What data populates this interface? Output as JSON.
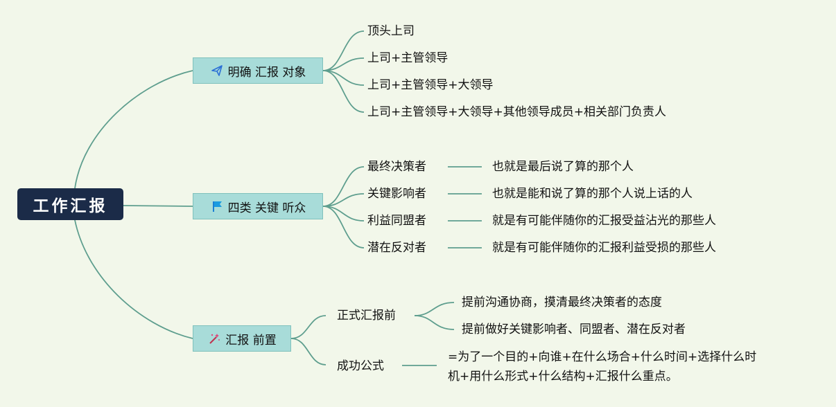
{
  "root": {
    "label": "工作汇报"
  },
  "branches": [
    {
      "label": "明确 汇报 对象",
      "icon": "paper-plane-icon",
      "items": [
        "顶头上司",
        "上司+主管领导",
        "上司+主管领导+大领导",
        "上司+主管领导+大领导+其他领导成员+相关部门负责人"
      ]
    },
    {
      "label": "四类 关键 听众",
      "icon": "flag-icon",
      "items": [
        {
          "label": "最终决策者",
          "note": "也就是最后说了算的那个人"
        },
        {
          "label": "关键影响者",
          "note": "也就是能和说了算的那个人说上话的人"
        },
        {
          "label": "利益同盟者",
          "note": "就是有可能伴随你的汇报受益沾光的那些人"
        },
        {
          "label": "潜在反对者",
          "note": "就是有可能伴随你的汇报利益受损的那些人"
        }
      ]
    },
    {
      "label": "汇报 前置",
      "icon": "magic-wand-icon",
      "items": [
        {
          "label": "正式汇报前",
          "children": [
            "提前沟通协商，摸清最终决策者的态度",
            "提前做好关键影响者、同盟者、潜在反对者"
          ]
        },
        {
          "label": "成功公式",
          "lines": [
            "=为了一个目的+向谁+在什么场合+什么时间+选择什么时",
            "机+用什么形式+什么结构+汇报什么重点。"
          ]
        }
      ]
    }
  ],
  "colors": {
    "background": "#f2f7ea",
    "root_fill": "#1b2b48",
    "branch_fill": "#a8dcd9",
    "line": "#5e9e8e"
  }
}
